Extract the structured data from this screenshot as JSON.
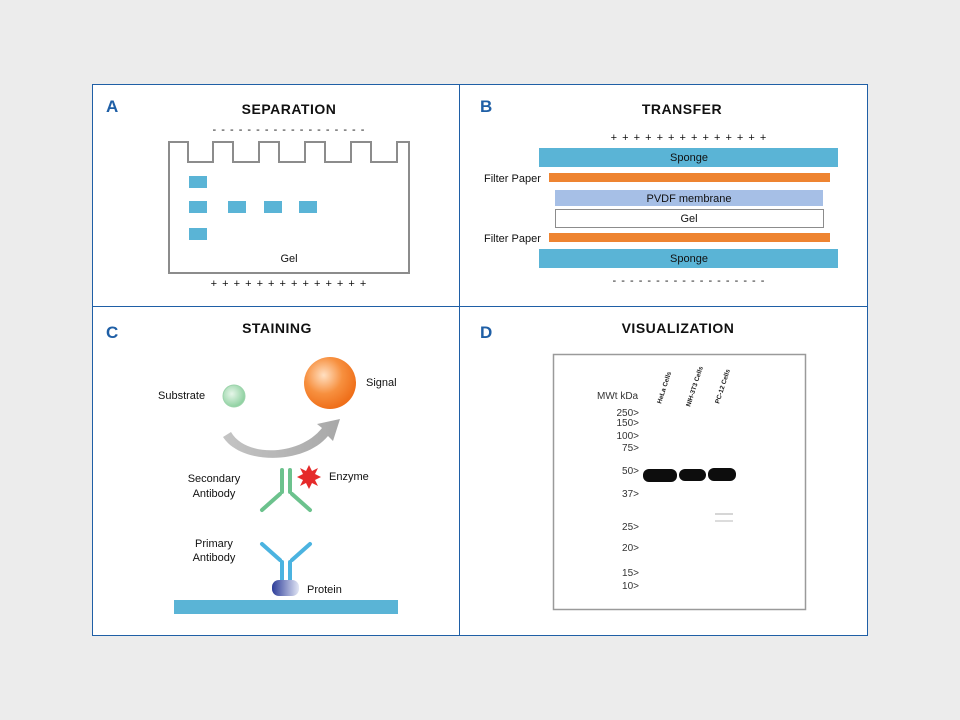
{
  "panels": {
    "a": {
      "letter": "A",
      "title": "SEPARATION",
      "top_charge": "- - - - - - - - - - - - - - - - - -",
      "bottom_charge": "+ + + + + + + + + + + + + +",
      "gel_label": "Gel"
    },
    "b": {
      "letter": "B",
      "title": "TRANSFER",
      "top_charge": "+ + + + + + + + + + + + + +",
      "bottom_charge": "- - - - - - - - - - - - - - - - - -",
      "layers": {
        "sponge_top": "Sponge",
        "filter_top": "Filter Paper",
        "membrane": "PVDF membrane",
        "gel": "Gel",
        "filter_bottom": "Filter Paper",
        "sponge_bottom": "Sponge"
      }
    },
    "c": {
      "letter": "C",
      "title": "STAINING",
      "substrate": "Substrate",
      "signal": "Signal",
      "secondary_line1": "Secondary",
      "secondary_line2": "Antibody",
      "enzyme": "Enzyme",
      "primary_line1": "Primary",
      "primary_line2": "Antibody",
      "protein": "Protein"
    },
    "d": {
      "letter": "D",
      "title": "VISUALIZATION",
      "mwt_header": "MWt kDa",
      "lanes": [
        "HeLa Cells",
        "NIH-3T3 Cells",
        "PC-12 Cells"
      ],
      "markers": [
        "250>",
        "150>",
        "100>",
        "75>",
        "50>",
        "37>",
        "25>",
        "20>",
        "15>",
        "10>"
      ]
    }
  },
  "colors": {
    "border": "#1f5fa6",
    "sponge": "#5ab4d6",
    "filter_paper": "#ee8431",
    "membrane": "#a6bfe6",
    "band": "#5ab4d6",
    "secondary_antibody": "#6cc28d",
    "primary_antibody": "#4bb3e0",
    "enzyme": "#e52a2a",
    "signal": "#f47b22"
  }
}
